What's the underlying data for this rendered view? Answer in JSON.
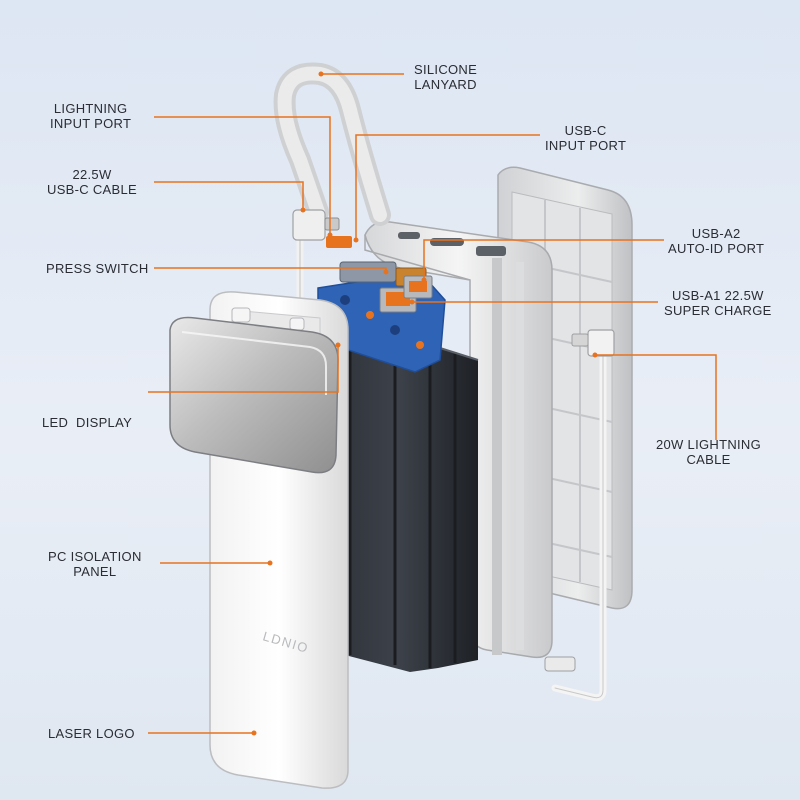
{
  "brand_logo": "LDNIO",
  "accent_color": "#e8731e",
  "callouts": {
    "silicone_lanyard": [
      "SILICONE",
      "LANYARD"
    ],
    "lightning_input_port": [
      "LIGHTNING",
      "INPUT PORT"
    ],
    "usb_c_input_port": [
      "USB-C",
      "INPUT PORT"
    ],
    "usb_c_cable": [
      "22.5W",
      "USB-C CABLE"
    ],
    "usb_a2_port": [
      "USB-A2",
      "AUTO-ID PORT"
    ],
    "press_switch": [
      "PRESS SWITCH"
    ],
    "usb_a1_port": [
      "USB-A1 22.5W",
      "SUPER CHARGE"
    ],
    "led_display": [
      "LED  DISPLAY"
    ],
    "lightning_cable": [
      "20W LIGHTNING",
      "CABLE"
    ],
    "pc_isolation_panel": [
      "PC ISOLATION",
      "PANEL"
    ],
    "laser_logo": [
      "LASER LOGO"
    ]
  }
}
